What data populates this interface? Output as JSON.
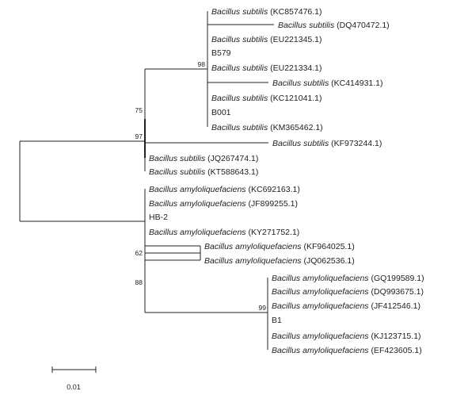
{
  "tree": {
    "taxa": [
      {
        "genus": "Bacillus subtilis",
        "acc": "(KC857476.1)"
      },
      {
        "genus": "Bacillus subtilis",
        "acc": "(DQ470472.1)"
      },
      {
        "genus": "Bacillus subtilis",
        "acc": "(EU221345.1)"
      },
      {
        "genus": "",
        "acc": "B579"
      },
      {
        "genus": "Bacillus subtilis",
        "acc": "(EU221334.1)"
      },
      {
        "genus": "Bacillus subtilis",
        "acc": "(KC414931.1)"
      },
      {
        "genus": "Bacillus subtilis",
        "acc": "(KC121041.1)"
      },
      {
        "genus": "",
        "acc": "B001"
      },
      {
        "genus": "Bacillus subtilis",
        "acc": "(KM365462.1)"
      },
      {
        "genus": "Bacillus subtilis",
        "acc": "(KF973244.1)"
      },
      {
        "genus": "Bacillus subtilis",
        "acc": "(JQ267474.1)"
      },
      {
        "genus": "Bacillus subtilis",
        "acc": "(KT588643.1)"
      },
      {
        "genus": "Bacillus amyloliquefaciens",
        "acc": "(KC692163.1)"
      },
      {
        "genus": "Bacillus amyloliquefaciens",
        "acc": "(JF899255.1)"
      },
      {
        "genus": "",
        "acc": "HB-2"
      },
      {
        "genus": "Bacillus amyloliquefaciens",
        "acc": "(KY271752.1)"
      },
      {
        "genus": "Bacillus amyloliquefaciens",
        "acc": "(KF964025.1)"
      },
      {
        "genus": "Bacillus amyloliquefaciens",
        "acc": "(JQ062536.1)"
      },
      {
        "genus": "Bacillus amyloliquefaciens",
        "acc": "(GQ199589.1)"
      },
      {
        "genus": "Bacillus amyloliquefaciens",
        "acc": "(DQ993675.1)"
      },
      {
        "genus": "Bacillus amyloliquefaciens",
        "acc": "(JF412546.1)"
      },
      {
        "genus": "",
        "acc": "B1"
      },
      {
        "genus": "Bacillus amyloliquefaciens",
        "acc": "(KJ123715.1)"
      },
      {
        "genus": "Bacillus amyloliquefaciens",
        "acc": "(EF423605.1)"
      }
    ],
    "support_values": [
      "98",
      "75",
      "97",
      "62",
      "88",
      "99"
    ],
    "scale_bar": {
      "label": "0.01"
    }
  }
}
